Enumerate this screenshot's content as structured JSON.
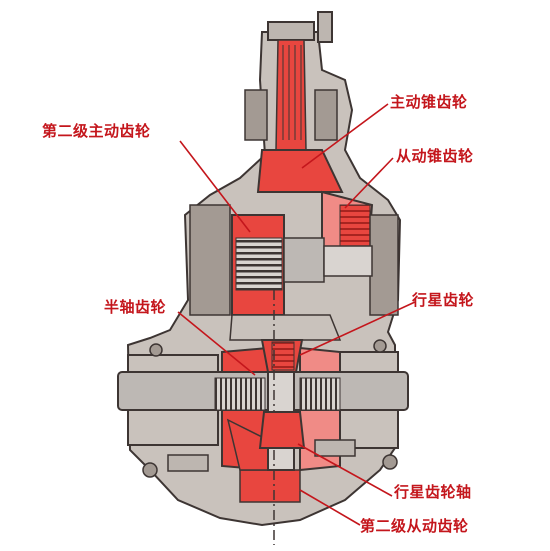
{
  "diagram": {
    "labels": {
      "driving_bevel_gear": "主动锥齿轮",
      "driven_bevel_gear": "从动锥齿轮",
      "second_stage_driving_gear": "第二级主动齿轮",
      "side_gear": "半轴齿轮",
      "planet_gear": "行星齿轮",
      "planet_gear_shaft": "行星齿轮轴",
      "second_stage_driven_gear": "第二级从动齿轮"
    },
    "colors": {
      "housing": "#c9c2bc",
      "housing_dark": "#a39a93",
      "gear_red": "#e8463f",
      "gear_red_light": "#f08b86",
      "shaft_gray": "#bdb8b4",
      "outline": "#3d3533",
      "label_red": "#c4161c"
    }
  }
}
